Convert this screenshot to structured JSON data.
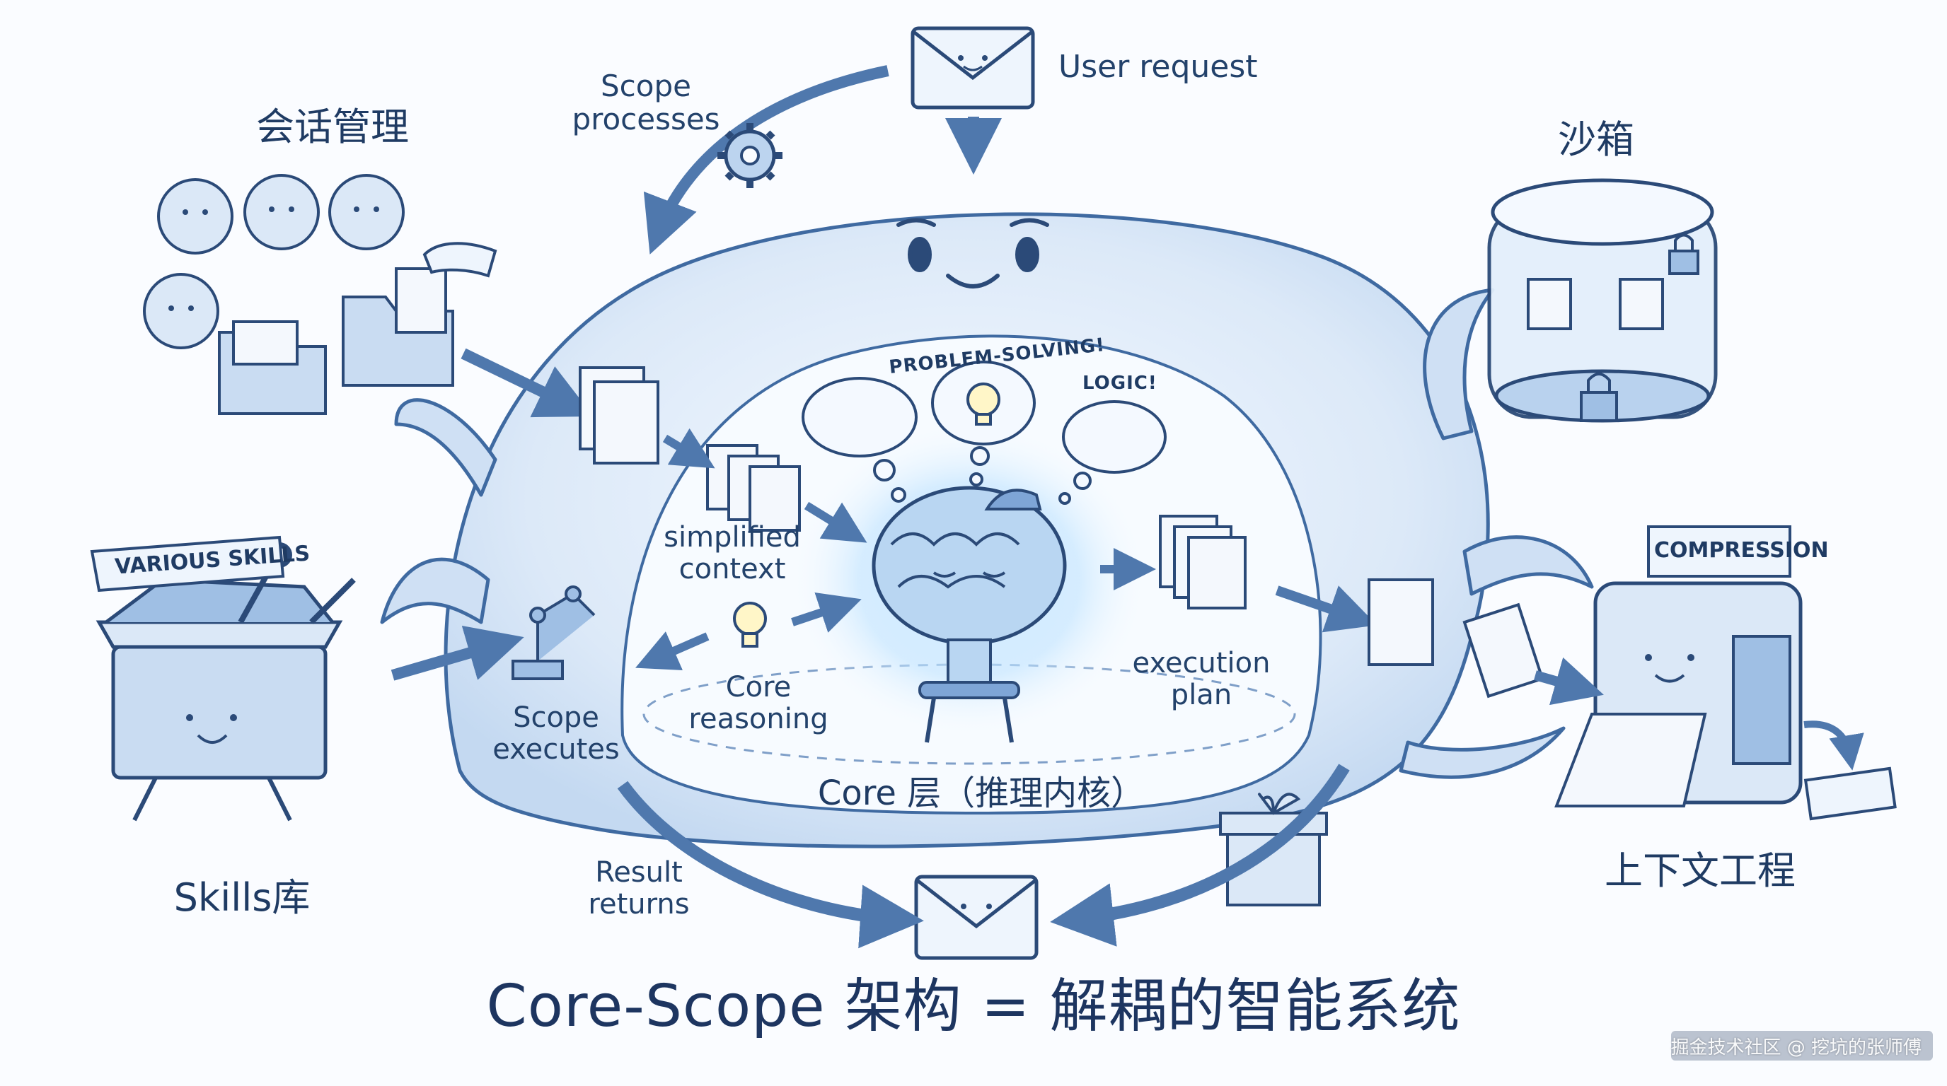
{
  "labels": {
    "user_request": "User request",
    "scope_processes": "Scope\nprocesses",
    "session_mgmt": "会话管理",
    "sandbox": "沙箱",
    "problem_solving": "PROBLEM-SOLVING!",
    "logic": "LOGIC!",
    "simplified_context": "simplified\ncontext",
    "core_reasoning": "Core\nreasoning",
    "execution_plan": "execution\nplan",
    "various_skills": "VARIOUS SKILLS",
    "scope_executes": "Scope\nexecutes",
    "core_layer": "Core 层（推理内核）",
    "compression": "COMPRESSION",
    "context_engineering": "上下文工程",
    "skills_lib": "Skills库",
    "result_returns": "Result\nreturns",
    "title": "Core-Scope 架构 = 解耦的智能系统",
    "watermark": "掘金技术社区 @ 挖坑的张师傅"
  },
  "colors": {
    "ink": "#1f3b63",
    "stroke": "#3f6aa1",
    "light_blue": "#dbe8f7",
    "mid_blue": "#b9d2ee",
    "glow": "#c6e4ff",
    "background": "#fafcff"
  }
}
